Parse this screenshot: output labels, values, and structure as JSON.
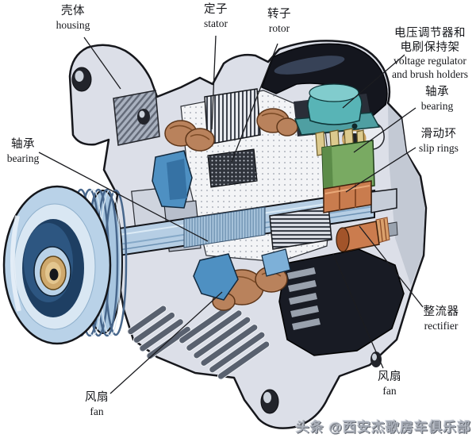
{
  "labels": {
    "housing": {
      "zh": "壳体",
      "en": "housing"
    },
    "stator": {
      "zh": "定子",
      "en": "stator"
    },
    "rotor": {
      "zh": "转子",
      "en": "rotor"
    },
    "regulator": {
      "zh1": "电压调节器和",
      "zh2": "电刷保持架",
      "en1": "voltage regulator",
      "en2": "and brush holders"
    },
    "bearing_right": {
      "zh": "轴承",
      "en": "bearing"
    },
    "slip_rings": {
      "zh": "滑动环",
      "en": "slip rings"
    },
    "bearing_left": {
      "zh": "轴承",
      "en": "bearing"
    },
    "rectifier": {
      "zh": "整流器",
      "en": "rectifier"
    },
    "fan_right": {
      "zh": "风扇",
      "en": "fan"
    },
    "fan_left": {
      "zh": "风扇",
      "en": "fan"
    }
  },
  "watermark": "头条 @西安杰歌房车俱乐部",
  "colors": {
    "page_background": "#ffffff",
    "housing_gray": "#dcdfe8",
    "cover_black": "#14161e",
    "regulator_teal": "#58b4b6",
    "brush_holder_green": "#79aa62",
    "brush_tan": "#dcca8e",
    "slip_ring_copper": "#c97c4e",
    "winding_copper": "#b9825c",
    "rotor_blue": "#4e90c2",
    "pulley_blue": "#b9d2e8",
    "leader_line": "#1b1c20",
    "label_text": "#17181c",
    "watermark_gray": "#a9aeb8"
  }
}
